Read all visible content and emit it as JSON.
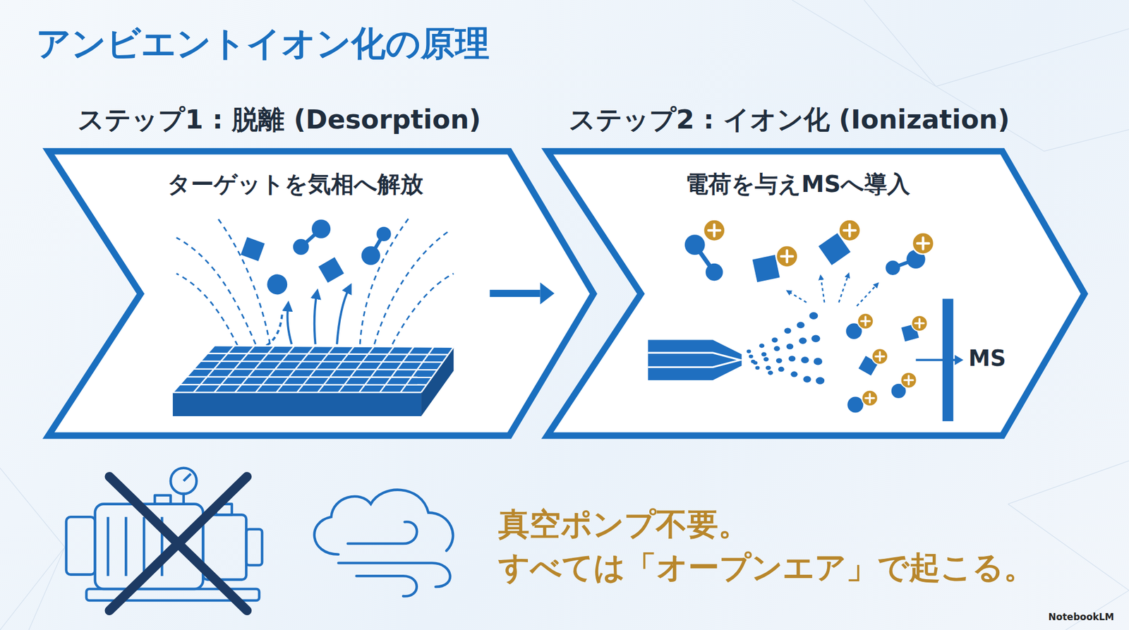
{
  "diagram": {
    "title": "アンビエントイオン化の原理",
    "nodes": [
      {
        "text": [
          "ステップ1 : 脱離 (Desorption)",
          "ターゲットを気相へ解放"
        ]
      },
      {
        "text": [
          "ステップ2 : イオン化 (Ionization)",
          "電荷を与えMSへ導入"
        ]
      }
    ],
    "edges": [
      {
        "from": 0,
        "to": 1,
        "arrow": "to"
      }
    ],
    "labels": [
      "MS",
      "真空ポンプ不要。",
      "すべては「オープンエア」で起こる。",
      "NotebookLM"
    ]
  }
}
